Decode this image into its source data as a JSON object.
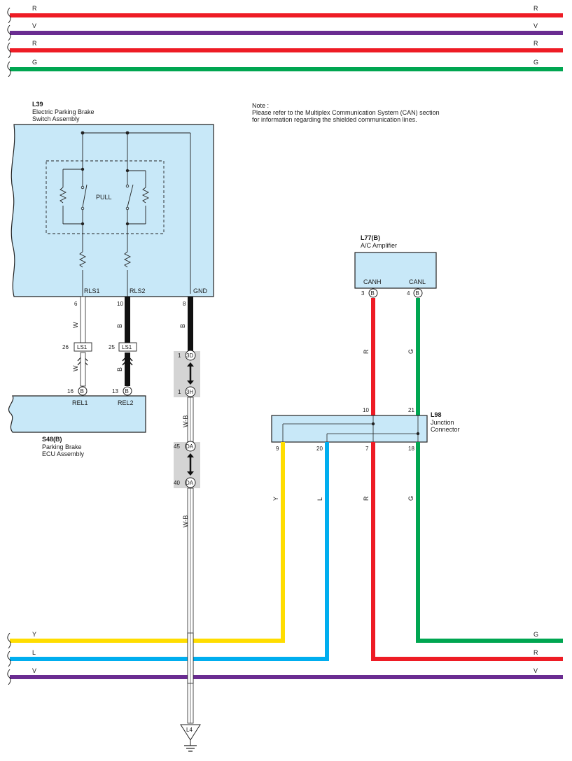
{
  "wire_colors": {
    "R": "#ee1c25",
    "V": "#6a2c91",
    "G": "#00a651",
    "Y": "#ffdd00",
    "L": "#00aeef",
    "B": "#111111",
    "W": "#ffffff",
    "W-B": "#ffffff"
  },
  "colors": {
    "component_fill": "#c8e8f8",
    "splice_fill": "#d4d4d4",
    "outline": "#222222"
  },
  "top_wires": [
    "R",
    "V",
    "R",
    "G"
  ],
  "bottom_wires": [
    {
      "left": "Y",
      "right": ""
    },
    {
      "left": "L",
      "right": "R"
    },
    {
      "left": "V",
      "right": "V"
    }
  ],
  "bottom_right_g": "G",
  "note": {
    "title": "Note :",
    "line1": "Please refer to the Multiplex Communication System (CAN) section",
    "line2": "for information regarding the shielded communication lines."
  },
  "l39": {
    "code": "L39",
    "name1": "Electric Parking Brake",
    "name2": "Switch Assembly",
    "pull": "PULL",
    "terminals": [
      {
        "name": "RLS1",
        "pin": "6"
      },
      {
        "name": "RLS2",
        "pin": "10"
      },
      {
        "name": "GND",
        "pin": "8"
      }
    ]
  },
  "s48": {
    "code": "S48(B)",
    "name1": "Parking Brake",
    "name2": "ECU Assembly",
    "terminals": [
      {
        "name": "REL1",
        "pin": "16",
        "conn": "B"
      },
      {
        "name": "REL2",
        "pin": "13",
        "conn": "B"
      }
    ]
  },
  "ls1": [
    {
      "pin": "26",
      "label": "LS1"
    },
    {
      "pin": "25",
      "label": "LS1"
    }
  ],
  "rls_wires": {
    "rls1_upper": "W",
    "rls1_lower": "W",
    "rls2_upper": "B",
    "rls2_lower": "B",
    "gnd_upper": "B"
  },
  "splices": [
    {
      "pin_top": "1",
      "code_top": "3D",
      "pin_bottom": "1",
      "code_bottom": "3H"
    },
    {
      "pin_top": "45",
      "code_top": "DA",
      "pin_bottom": "40",
      "code_bottom": "DA"
    }
  ],
  "gnd_wire": {
    "upper": "W-B",
    "lower": "W-B"
  },
  "ground": {
    "code": "L4"
  },
  "l77": {
    "code": "L77(B)",
    "name": "A/C Amplifier",
    "terminals": [
      {
        "name": "CANH",
        "pin": "3",
        "conn": "B",
        "wire": "R"
      },
      {
        "name": "CANL",
        "pin": "4",
        "conn": "B",
        "wire": "G"
      }
    ]
  },
  "l98": {
    "code": "L98",
    "name1": "Junction",
    "name2": "Connector",
    "top_pins": [
      "10",
      "21"
    ],
    "bottom_pins": [
      {
        "pin": "9",
        "wire": "Y"
      },
      {
        "pin": "20",
        "wire": "L"
      },
      {
        "pin": "7",
        "wire": "R"
      },
      {
        "pin": "18",
        "wire": "G"
      }
    ]
  }
}
